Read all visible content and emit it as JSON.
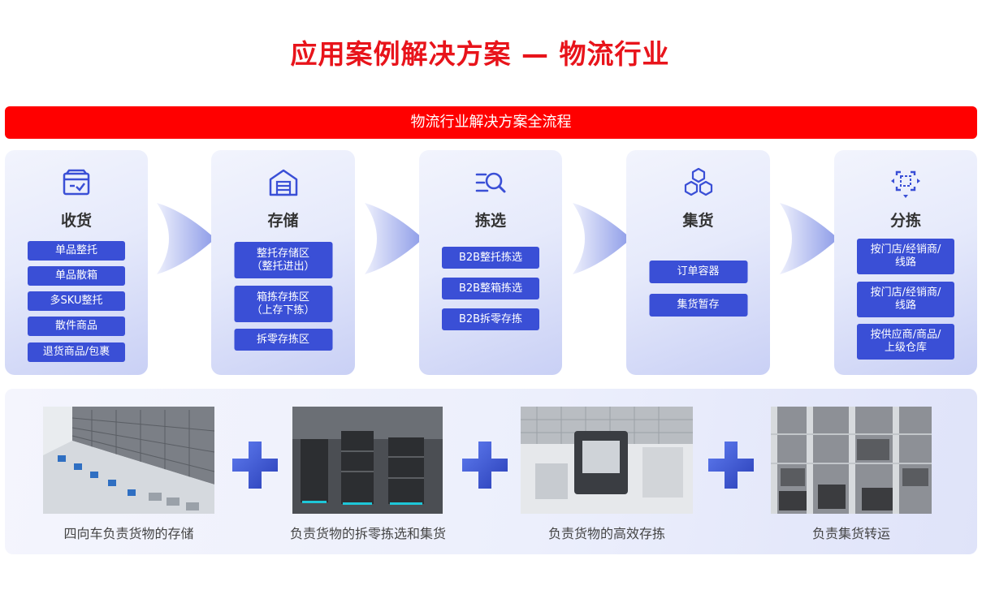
{
  "page": {
    "title": "应用案例解决方案 — 物流行业"
  },
  "banner": {
    "label": "物流行业解决方案全流程"
  },
  "stages": [
    {
      "icon": "box-check-icon",
      "title": "收货",
      "items": [
        "单品整托",
        "单品散箱",
        "多SKU整托",
        "散件商品",
        "退货商品/包裹"
      ]
    },
    {
      "icon": "warehouse-icon",
      "title": "存储",
      "items": [
        "整托存储区\n（整托进出）",
        "箱拣存拣区\n（上存下拣）",
        "拆零存拣区"
      ]
    },
    {
      "icon": "list-search-icon",
      "title": "拣选",
      "items": [
        "B2B整托拣选",
        "B2B整箱拣选",
        "B2B拆零存拣"
      ]
    },
    {
      "icon": "cubes-icon",
      "title": "集货",
      "items": [
        "订单容器",
        "集货暂存"
      ]
    },
    {
      "icon": "sorting-scan-icon",
      "title": "分拣",
      "items": [
        "按门店/经销商/\n线路",
        "按门店/经销商/\n线路",
        "按供应商/商品/\n上级仓库"
      ]
    }
  ],
  "showcase": [
    {
      "caption": "四向车负责货物的存储"
    },
    {
      "caption": "负责货物的拆零拣选和集货"
    },
    {
      "caption": "负责货物的高效存拣"
    },
    {
      "caption": "负责集货转运"
    }
  ],
  "colors": {
    "accent": "#3a4fd6",
    "title_red": "#e8141b",
    "banner_red": "#ff0000"
  }
}
